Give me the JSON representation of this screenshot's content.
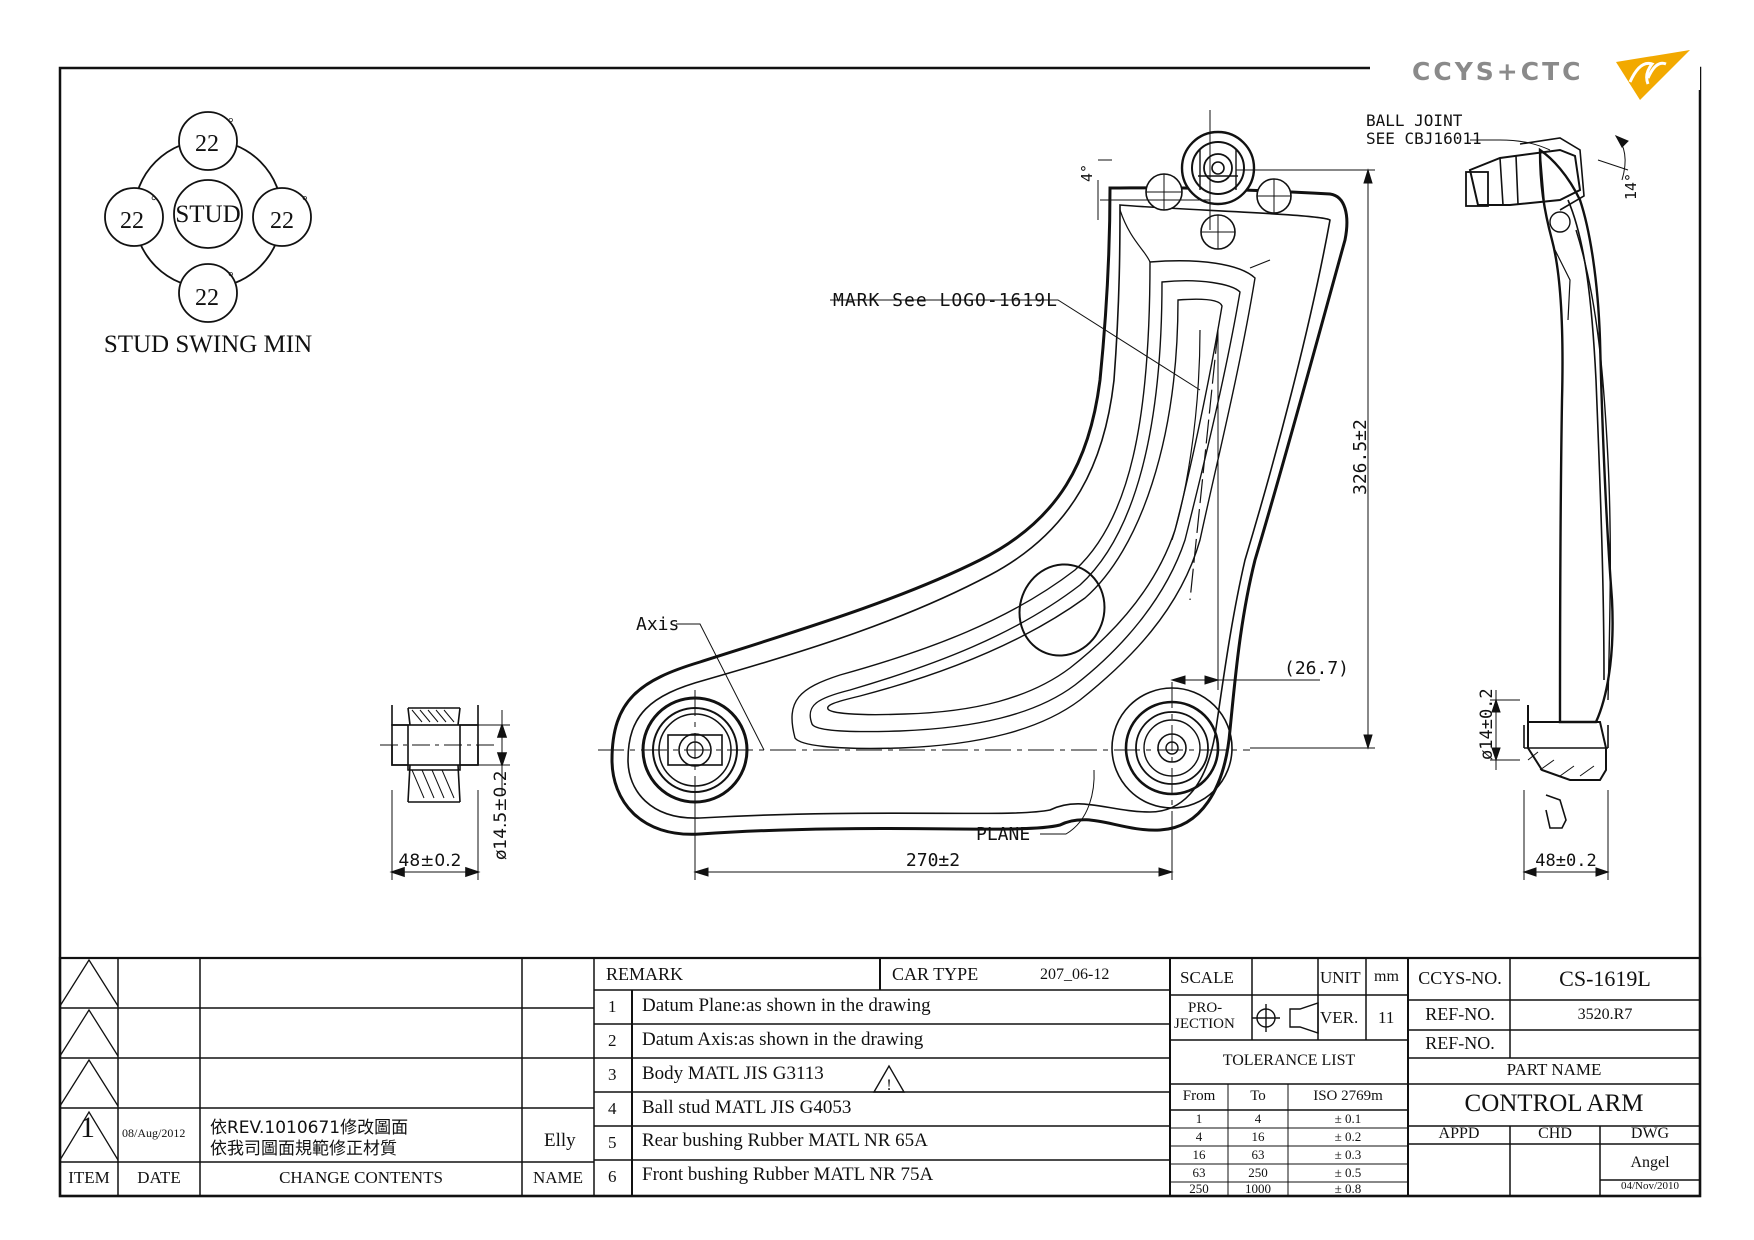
{
  "logo": {
    "text": "CCYS+CTC"
  },
  "stud_swing": {
    "center": "STUD",
    "top": "22",
    "left": "22",
    "right": "22",
    "bottom": "22",
    "degree": "°",
    "caption": "STUD SWING MIN"
  },
  "annotations": {
    "ball_joint_1": "BALL JOINT",
    "ball_joint_2": "SEE CBJ16011",
    "mark": "MARK See LOGO-1619L",
    "axis": "Axis",
    "plane": "PLANE",
    "angle_4": "4°",
    "angle_14": "14°"
  },
  "dimensions": {
    "bushing_width": "48±0.2",
    "bushing_diameter": "ø14.5±0.2",
    "length": "270±2",
    "height": "326.5±2",
    "offset": "(26.7)",
    "side_diameter": "ø14±0.2",
    "side_width": "48±0.2"
  },
  "revision_table": {
    "headers": {
      "item": "ITEM",
      "date": "DATE",
      "contents": "CHANGE CONTENTS",
      "name": "NAME"
    },
    "row": {
      "item": "1",
      "date": "08/Aug/2012",
      "line1": "依REV.1010671修改圖面",
      "line2": "依我司圖面規範修正材質",
      "name": "Elly"
    }
  },
  "remarks": {
    "label": "REMARK",
    "car_type_label": "CAR TYPE",
    "car_type": "207_06-12",
    "items": [
      {
        "n": "1",
        "text": "Datum Plane:as shown in the drawing"
      },
      {
        "n": "2",
        "text": "Datum Axis:as shown in the drawing"
      },
      {
        "n": "3",
        "text": "Body MATL JIS G3113"
      },
      {
        "n": "4",
        "text": "Ball stud MATL JIS G4053"
      },
      {
        "n": "5",
        "text": "Rear bushing Rubber MATL NR 65A"
      },
      {
        "n": "6",
        "text": "Front bushing Rubber MATL NR 75A"
      }
    ]
  },
  "title_block": {
    "scale_label": "SCALE",
    "unit_label": "UNIT",
    "unit": "mm",
    "projection_1": "PRO-",
    "projection_2": "JECTION",
    "ver_label": "VER.",
    "ver": "11",
    "tolerance_label": "TOLERANCE LIST",
    "tol_headers": {
      "from": "From",
      "to": "To",
      "std": "ISO 2769m"
    },
    "tolerances": [
      {
        "from": "1",
        "to": "4",
        "tol": "± 0.1"
      },
      {
        "from": "4",
        "to": "16",
        "tol": "± 0.2"
      },
      {
        "from": "16",
        "to": "63",
        "tol": "± 0.3"
      },
      {
        "from": "63",
        "to": "250",
        "tol": "± 0.5"
      },
      {
        "from": "250",
        "to": "1000",
        "tol": "± 0.8"
      }
    ],
    "ccys_label": "CCYS-NO.",
    "ccys_no": "CS-1619L",
    "ref_label_1": "REF-NO.",
    "ref_no_1": "3520.R7",
    "ref_label_2": "REF-NO.",
    "ref_no_2": "",
    "part_name_label": "PART NAME",
    "part_name": "CONTROL ARM",
    "appd_label": "APPD",
    "chd_label": "CHD",
    "dwg_label": "DWG",
    "dwg_name": "Angel",
    "dwg_date": "04/Nov/2010"
  },
  "colors": {
    "line": "#111111",
    "logo_gray": "#8a8a8a",
    "logo_orange": "#f2a900"
  }
}
